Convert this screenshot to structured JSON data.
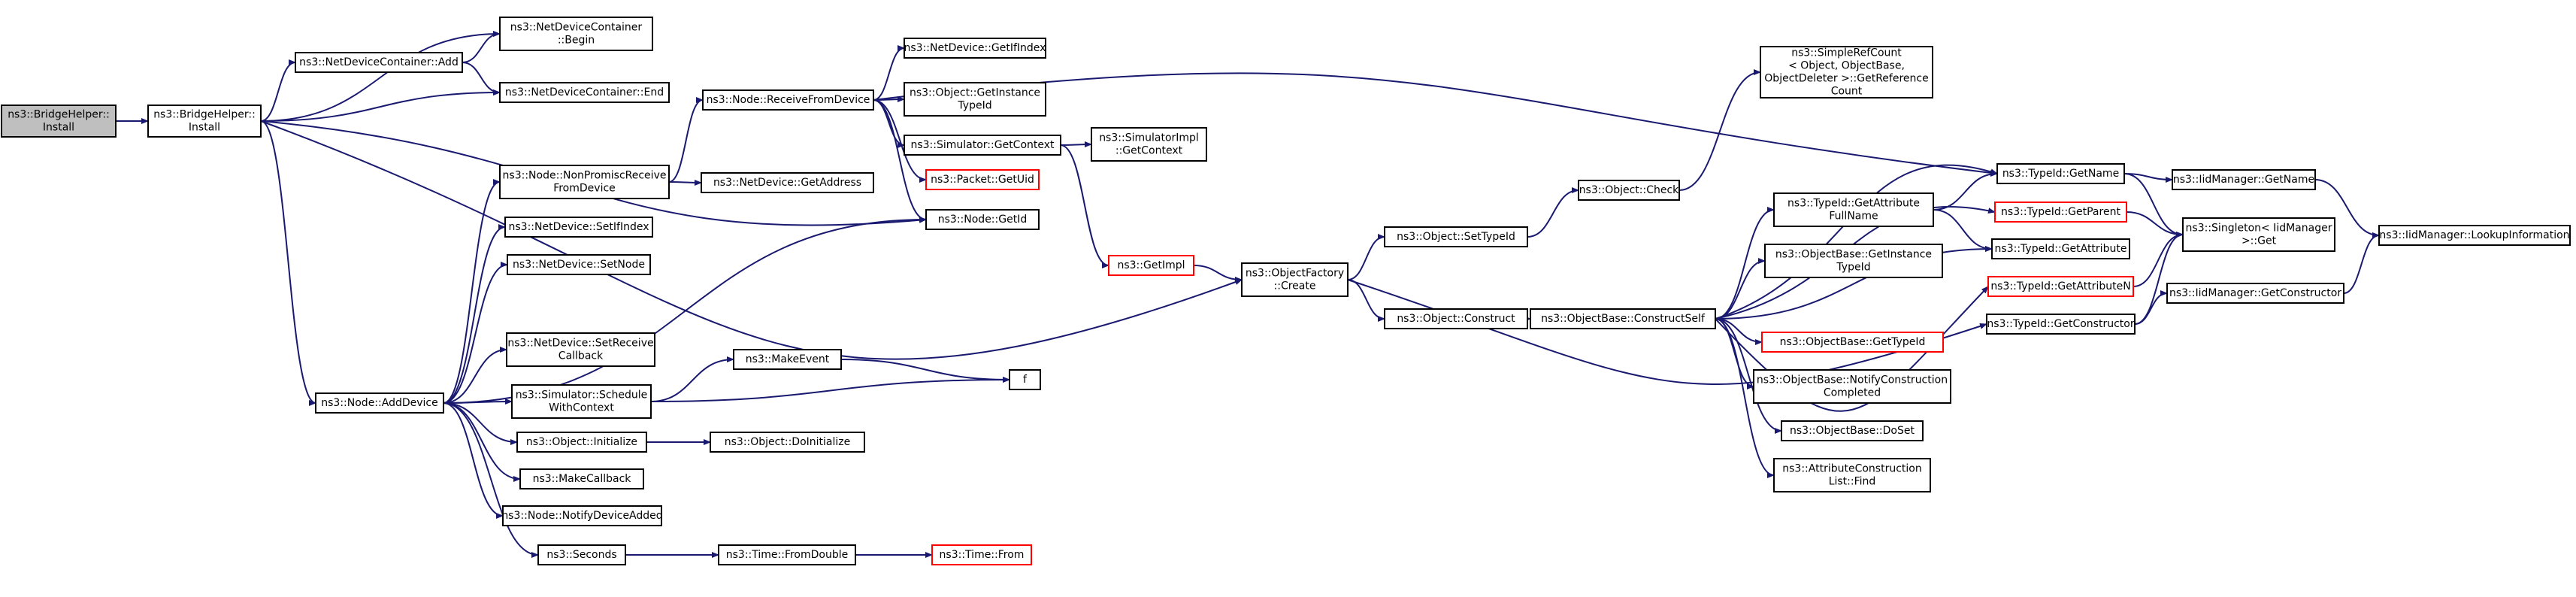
{
  "colors": {
    "edge": "#191970",
    "border": "#000000",
    "border_missing": "#ff0000",
    "root_fill": "#bfbfbf",
    "node_fill": "#ffffff"
  },
  "nodes": [
    {
      "id": "root",
      "lines": [
        "ns3::BridgeHelper::",
        "Install"
      ],
      "root": true
    },
    {
      "id": "install",
      "lines": [
        "ns3::BridgeHelper::",
        "Install"
      ]
    },
    {
      "id": "ndc_add",
      "lines": [
        "ns3::NetDeviceContainer::Add"
      ]
    },
    {
      "id": "ndc_begin",
      "lines": [
        "ns3::NetDeviceContainer",
        "::Begin"
      ]
    },
    {
      "id": "ndc_end",
      "lines": [
        "ns3::NetDeviceContainer::End"
      ]
    },
    {
      "id": "node_rfd",
      "lines": [
        "ns3::Node::ReceiveFromDevice"
      ]
    },
    {
      "id": "node_npr",
      "lines": [
        "ns3::Node::NonPromiscReceive",
        "FromDevice"
      ]
    },
    {
      "id": "node_adddev",
      "lines": [
        "ns3::Node::AddDevice"
      ]
    },
    {
      "id": "nd_getifindex",
      "lines": [
        "ns3::NetDevice::GetIfIndex"
      ]
    },
    {
      "id": "obj_getinst",
      "lines": [
        "ns3::Object::GetInstance",
        "TypeId"
      ]
    },
    {
      "id": "sim_getctx",
      "lines": [
        "ns3::Simulator::GetContext"
      ]
    },
    {
      "id": "simimpl_getctx",
      "lines": [
        "ns3::SimulatorImpl",
        "::GetContext"
      ]
    },
    {
      "id": "pkt_getuid",
      "lines": [
        "ns3::Packet::GetUid"
      ],
      "missing": true
    },
    {
      "id": "nd_getaddr",
      "lines": [
        "ns3::NetDevice::GetAddress"
      ]
    },
    {
      "id": "node_getid",
      "lines": [
        "ns3::Node::GetId"
      ]
    },
    {
      "id": "nd_setifindex",
      "lines": [
        "ns3::NetDevice::SetIfIndex"
      ]
    },
    {
      "id": "nd_setnode",
      "lines": [
        "ns3::NetDevice::SetNode"
      ]
    },
    {
      "id": "nd_setrecv",
      "lines": [
        "ns3::NetDevice::SetReceive",
        "Callback"
      ]
    },
    {
      "id": "sim_schedule",
      "lines": [
        "ns3::Simulator::Schedule",
        "WithContext"
      ]
    },
    {
      "id": "makeevent",
      "lines": [
        "ns3::MakeEvent"
      ]
    },
    {
      "id": "f",
      "lines": [
        "f"
      ]
    },
    {
      "id": "obj_init",
      "lines": [
        "ns3::Object::Initialize"
      ]
    },
    {
      "id": "obj_doinit",
      "lines": [
        "ns3::Object::DoInitialize"
      ]
    },
    {
      "id": "makecallback",
      "lines": [
        "ns3::MakeCallback"
      ]
    },
    {
      "id": "node_notify",
      "lines": [
        "ns3::Node::NotifyDeviceAdded"
      ]
    },
    {
      "id": "seconds",
      "lines": [
        "ns3::Seconds"
      ]
    },
    {
      "id": "time_fromdouble",
      "lines": [
        "ns3::Time::FromDouble"
      ]
    },
    {
      "id": "time_from",
      "lines": [
        "ns3::Time::From"
      ],
      "missing": true
    },
    {
      "id": "getimpl",
      "lines": [
        "ns3::GetImpl"
      ],
      "missing": true
    },
    {
      "id": "objfactory_create",
      "lines": [
        "ns3::ObjectFactory",
        "::Create"
      ]
    },
    {
      "id": "obj_settypeid",
      "lines": [
        "ns3::Object::SetTypeId"
      ]
    },
    {
      "id": "obj_construct",
      "lines": [
        "ns3::Object::Construct"
      ]
    },
    {
      "id": "obj_check",
      "lines": [
        "ns3::Object::Check"
      ]
    },
    {
      "id": "srefcount",
      "lines": [
        "ns3::SimpleRefCount",
        "< Object, ObjectBase,",
        "ObjectDeleter >::GetReference",
        "Count"
      ]
    },
    {
      "id": "objbase_construct",
      "lines": [
        "ns3::ObjectBase::ConstructSelf"
      ]
    },
    {
      "id": "typeid_getattrfull",
      "lines": [
        "ns3::TypeId::GetAttribute",
        "FullName"
      ]
    },
    {
      "id": "objbase_getinst",
      "lines": [
        "ns3::ObjectBase::GetInstance",
        "TypeId"
      ]
    },
    {
      "id": "objbase_gettypeid",
      "lines": [
        "ns3::ObjectBase::GetTypeId"
      ],
      "missing": true
    },
    {
      "id": "objbase_notify",
      "lines": [
        "ns3::ObjectBase::NotifyConstruction",
        "Completed"
      ]
    },
    {
      "id": "objbase_doset",
      "lines": [
        "ns3::ObjectBase::DoSet"
      ]
    },
    {
      "id": "attrlist_find",
      "lines": [
        "ns3::AttributeConstruction",
        "List::Find"
      ]
    },
    {
      "id": "typeid_getname",
      "lines": [
        "ns3::TypeId::GetName"
      ]
    },
    {
      "id": "typeid_getparent",
      "lines": [
        "ns3::TypeId::GetParent"
      ],
      "missing": true
    },
    {
      "id": "typeid_getattr",
      "lines": [
        "ns3::TypeId::GetAttribute"
      ]
    },
    {
      "id": "typeid_getattrn",
      "lines": [
        "ns3::TypeId::GetAttributeN"
      ],
      "missing": true
    },
    {
      "id": "typeid_getctor",
      "lines": [
        "ns3::TypeId::GetConstructor"
      ]
    },
    {
      "id": "iid_getname",
      "lines": [
        "ns3::IidManager::GetName"
      ]
    },
    {
      "id": "singleton_get",
      "lines": [
        "ns3::Singleton< IidManager",
        ">::Get"
      ]
    },
    {
      "id": "iid_getctor",
      "lines": [
        "ns3::IidManager::GetConstructor"
      ]
    },
    {
      "id": "iid_lookup",
      "lines": [
        "ns3::IidManager::LookupInformation"
      ]
    }
  ]
}
